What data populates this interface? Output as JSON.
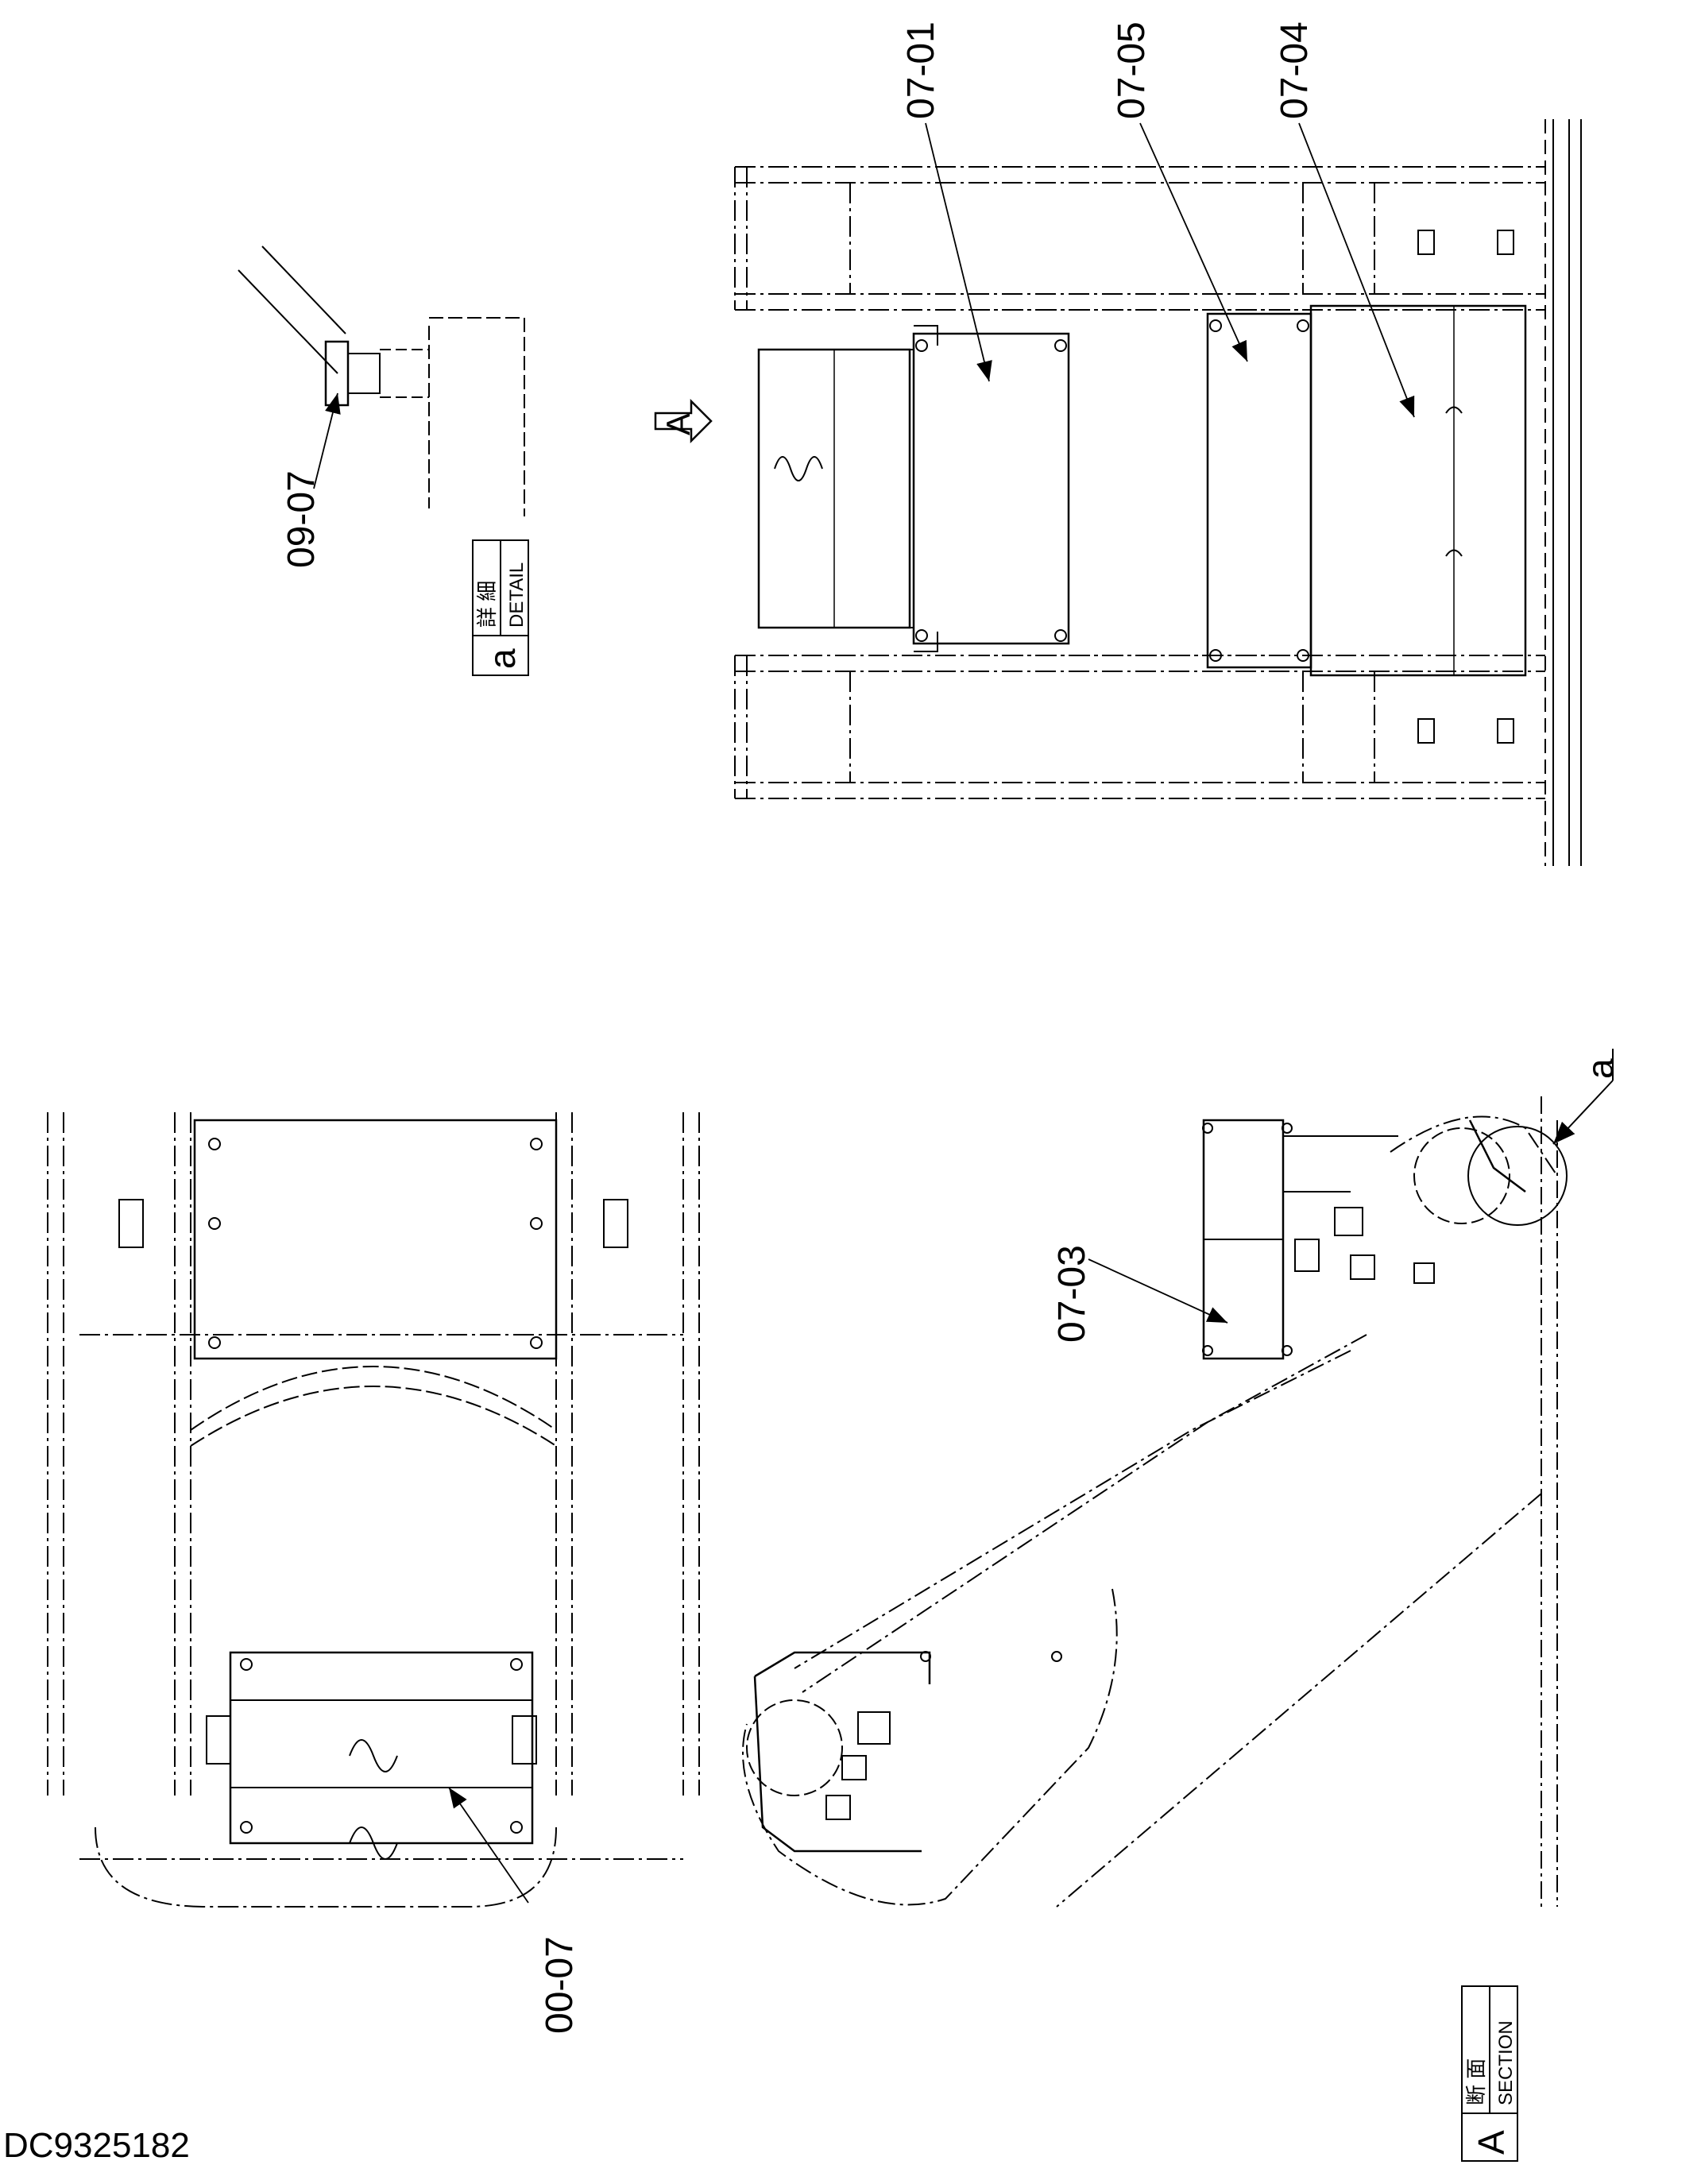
{
  "drawing_id": "DC9325182",
  "part_labels": {
    "p0701": "07-01",
    "p0705": "07-05",
    "p0704": "07-04",
    "p0703": "07-03",
    "p0700": "00-07",
    "p0709": "09-07"
  },
  "section_view_marker": "A",
  "detail_title": {
    "jp": "詳 細",
    "en": "DETAIL",
    "ref": "a"
  },
  "section_title": {
    "jp": "断 面",
    "en": "SECTION",
    "ref": "A"
  },
  "detail_callout": "a"
}
